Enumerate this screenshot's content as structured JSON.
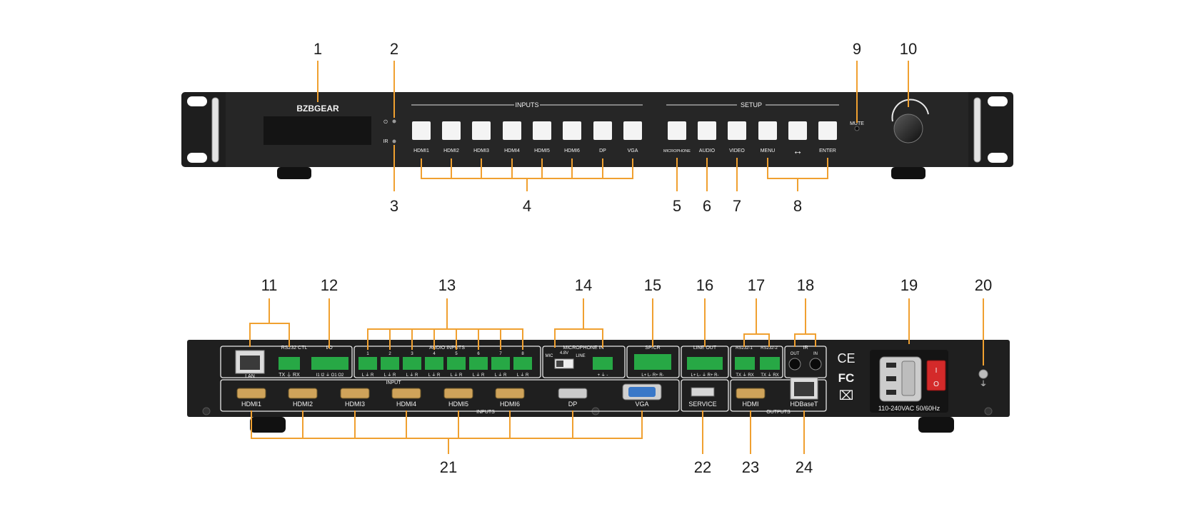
{
  "brand": {
    "logo_text": "BZBGEAR"
  },
  "front": {
    "inputs_title": "INPUTS",
    "setup_title": "SETUP",
    "led_ir": "IR",
    "mute_label": "MUTE",
    "input_buttons": [
      "HDMI1",
      "HDMI2",
      "HDMI3",
      "HDMI4",
      "HDMI5",
      "HDMI6",
      "DP",
      "VGA"
    ],
    "setup_buttons": [
      "MICROPHONE",
      "AUDIO",
      "VIDEO",
      "MENU",
      "↔",
      "ENTER"
    ]
  },
  "rear": {
    "rs232_ctl": "RS232 CTL",
    "lan": "LAN",
    "tx_g_rx": "TX ⏚ RX",
    "io": "I/O",
    "io_pins": "I1  I2  ⏚  O1  O2",
    "audio_inputs": "AUDIO INPUTS",
    "audio_channels": [
      "1",
      "2",
      "3",
      "4",
      "5",
      "6",
      "7",
      "8"
    ],
    "lr_pins": "L ⏚ R",
    "microphone_in": "MICROPHONE IN",
    "mic": "MIC",
    "phantom": "4.8V",
    "line": "LINE",
    "mic_pins": "+  ⏚  -",
    "spkr": "SP/CR",
    "spkr_pins": "L+  L-  R+  R-",
    "line_out": "LINE OUT",
    "line_out_pins": "L+ L-  ⏚  R+ R-",
    "rs232_1": "RS232-1",
    "rs232_2": "RS232-2",
    "ir": "IR",
    "ir_out": "OUT",
    "ir_in": "IN",
    "input_caption": "INPUT",
    "inputs_caption": "INPUTS",
    "outputs_caption": "OUTPUTS",
    "video_ports": [
      "HDMI1",
      "HDMI2",
      "HDMI3",
      "HDMI4",
      "HDMI5",
      "HDMI6",
      "DP",
      "VGA"
    ],
    "service": "SERVICE",
    "hdmi_out": "HDMI",
    "hdbaset": "HDBaseT",
    "power_rating": "110-240VAC 50/60Hz",
    "cert_ce": "CE",
    "cert_fc": "FC"
  },
  "callouts": [
    "1",
    "2",
    "3",
    "4",
    "5",
    "6",
    "7",
    "8",
    "9",
    "10",
    "11",
    "12",
    "13",
    "14",
    "15",
    "16",
    "17",
    "18",
    "19",
    "20",
    "21",
    "22",
    "23",
    "24"
  ],
  "colors": {
    "chassis": "#1f1f1f",
    "face": "#2a2a2a",
    "leader": "#f0a030",
    "terminal": "#27a845",
    "power_switch": "#d42a2a"
  }
}
